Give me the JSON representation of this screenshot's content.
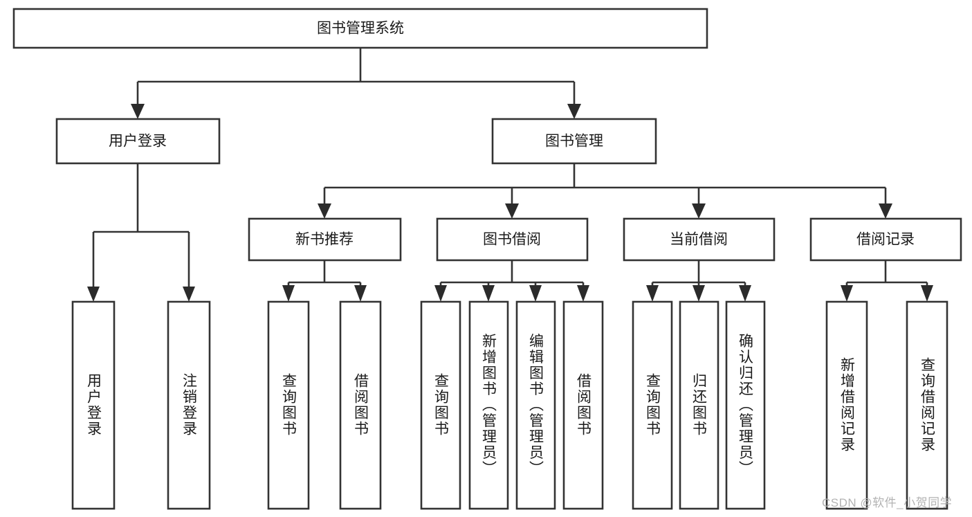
{
  "diagram": {
    "type": "tree-hierarchy-chart",
    "title": "图书管理系统",
    "background_color": "#ffffff",
    "line_color": "#333333",
    "text_color": "#1a1a1a",
    "levels": 4,
    "root": {
      "label": "图书管理系统",
      "orientation": "horizontal"
    },
    "level2": [
      {
        "label": "用户登录",
        "orientation": "horizontal"
      },
      {
        "label": "图书管理",
        "orientation": "horizontal"
      }
    ],
    "level3": [
      {
        "label": "新书推荐",
        "orientation": "horizontal",
        "parent": "图书管理"
      },
      {
        "label": "图书借阅",
        "orientation": "horizontal",
        "parent": "图书管理"
      },
      {
        "label": "当前借阅",
        "orientation": "horizontal",
        "parent": "图书管理"
      },
      {
        "label": "借阅记录",
        "orientation": "horizontal",
        "parent": "图书管理"
      }
    ],
    "leaves": [
      {
        "label": "用户登录",
        "orientation": "vertical",
        "parent": "用户登录"
      },
      {
        "label": "注销登录",
        "orientation": "vertical",
        "parent": "用户登录"
      },
      {
        "label": "查询图书",
        "orientation": "vertical",
        "parent": "新书推荐"
      },
      {
        "label": "借阅图书",
        "orientation": "vertical",
        "parent": "新书推荐"
      },
      {
        "label": "查询图书",
        "orientation": "vertical",
        "parent": "图书借阅"
      },
      {
        "label": "新增图书（管理员）",
        "orientation": "vertical",
        "parent": "图书借阅"
      },
      {
        "label": "编辑图书（管理员）",
        "orientation": "vertical",
        "parent": "图书借阅"
      },
      {
        "label": "借阅图书",
        "orientation": "vertical",
        "parent": "图书借阅"
      },
      {
        "label": "查询图书",
        "orientation": "vertical",
        "parent": "当前借阅"
      },
      {
        "label": "归还图书",
        "orientation": "vertical",
        "parent": "当前借阅"
      },
      {
        "label": "确认归还（管理员）",
        "orientation": "vertical",
        "parent": "当前借阅"
      },
      {
        "label": "新增借阅记录",
        "orientation": "vertical",
        "parent": "借阅记录"
      },
      {
        "label": "查询借阅记录",
        "orientation": "vertical",
        "parent": "借阅记录"
      }
    ]
  },
  "watermark": {
    "text": "CSDN @软件_小贺同学",
    "color": "#b3b3b3"
  }
}
